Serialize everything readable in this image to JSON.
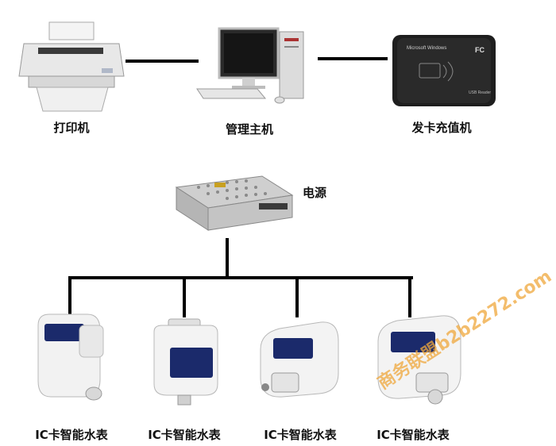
{
  "nodes": {
    "printer": "打印机",
    "host": "管理主机",
    "card_device": "发卡充值机",
    "power": "电源",
    "meter_1": "IC卡智能水表",
    "meter_2": "IC卡智能水表",
    "meter_3": "IC卡智能水表",
    "meter_4": "IC卡智能水表"
  },
  "device_text": {
    "reader_brand": "Microsoft Windows",
    "reader_mark": "FC",
    "reader_usb": "USB Reader"
  },
  "watermark": "商务联盟b2b2272.com",
  "colors": {
    "line": "#000000",
    "watermark": "#f0a83c",
    "meter_display": "#1b2a6b"
  }
}
